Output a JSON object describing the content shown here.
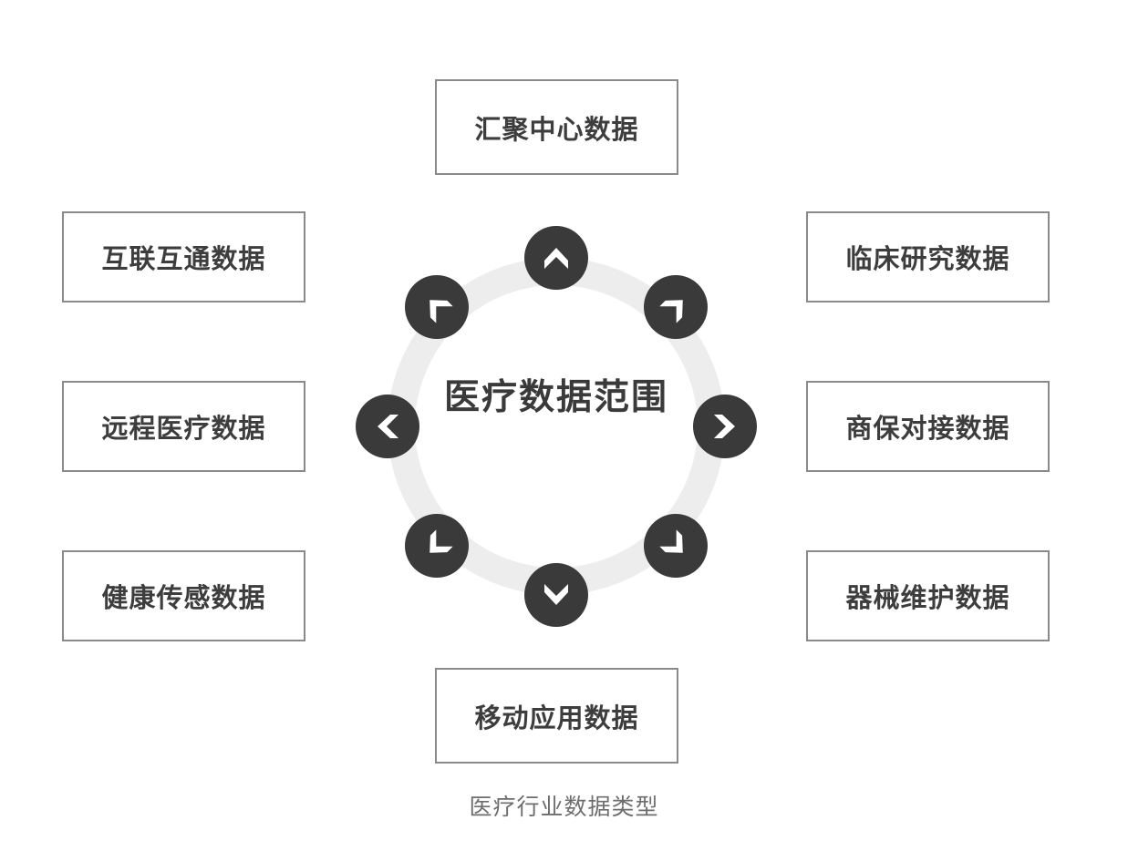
{
  "diagram": {
    "center_label": "医疗数据范围",
    "caption": "医疗行业数据类型",
    "colors": {
      "background": "#ffffff",
      "box_border": "#8a8a8a",
      "box_fill": "#ffffff",
      "box_text": "#3d3d3d",
      "ring": "#ededed",
      "badge": "#3a3a3a",
      "chevron": "#ffffff",
      "center_text": "#3a3a3a",
      "caption_text": "#6e6e6e"
    },
    "boxes": [
      {
        "id": "top",
        "label": "汇聚中心数据",
        "position": "top"
      },
      {
        "id": "left-1",
        "label": "互联互通数据",
        "position": "left-upper"
      },
      {
        "id": "left-2",
        "label": "远程医疗数据",
        "position": "left-middle"
      },
      {
        "id": "left-3",
        "label": "健康传感数据",
        "position": "left-lower"
      },
      {
        "id": "right-1",
        "label": "临床研究数据",
        "position": "right-upper"
      },
      {
        "id": "right-2",
        "label": "商保对接数据",
        "position": "right-middle"
      },
      {
        "id": "right-3",
        "label": "器械维护数据",
        "position": "right-lower"
      },
      {
        "id": "bottom",
        "label": "移动应用数据",
        "position": "bottom"
      }
    ],
    "badges": [
      {
        "id": "up",
        "icon": "chevron-up-icon",
        "angle_deg": 0,
        "points_to": "top"
      },
      {
        "id": "up-right",
        "icon": "chevron-up-right-icon",
        "angle_deg": 45,
        "points_to": "right-upper"
      },
      {
        "id": "right",
        "icon": "chevron-right-icon",
        "angle_deg": 90,
        "points_to": "right-middle"
      },
      {
        "id": "down-right",
        "icon": "chevron-down-right-icon",
        "angle_deg": 135,
        "points_to": "right-lower"
      },
      {
        "id": "down",
        "icon": "chevron-down-icon",
        "angle_deg": 180,
        "points_to": "bottom"
      },
      {
        "id": "down-left",
        "icon": "chevron-down-left-icon",
        "angle_deg": 225,
        "points_to": "left-lower"
      },
      {
        "id": "left",
        "icon": "chevron-left-icon",
        "angle_deg": 270,
        "points_to": "left-middle"
      },
      {
        "id": "up-left",
        "icon": "chevron-up-left-icon",
        "angle_deg": 315,
        "points_to": "left-upper"
      }
    ]
  }
}
